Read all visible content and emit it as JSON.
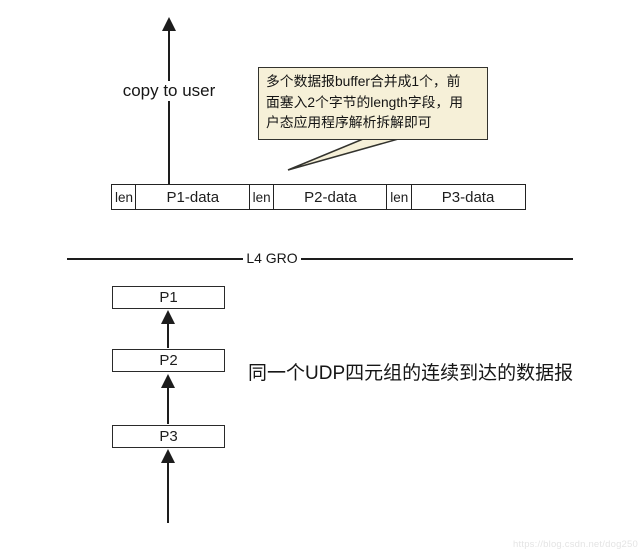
{
  "colors": {
    "background": "#ffffff",
    "ink": "#1d1d1d",
    "note_background": "#f6f0d8",
    "note_border": "#33332e",
    "watermark_gray": "#e4e4e4"
  },
  "top": {
    "copy_label": "copy to user"
  },
  "note": {
    "lines": [
      "多个数据报buffer合并成1个，前",
      "面塞入2个字节的length字段，用",
      "户态应用程序解析拆解即可"
    ]
  },
  "row": {
    "cells": [
      {
        "label": "len"
      },
      {
        "label": "P1-data"
      },
      {
        "label": "len"
      },
      {
        "label": "P2-data"
      },
      {
        "label": "len"
      },
      {
        "label": "P3-data"
      }
    ]
  },
  "divider": {
    "label": "L4 GRO"
  },
  "packets": [
    "P1",
    "P2",
    "P3"
  ],
  "annotation": {
    "text": "同一个UDP四元组的连续到达的数据报"
  },
  "watermark": {
    "text": "https://blog.csdn.net/dog250"
  }
}
